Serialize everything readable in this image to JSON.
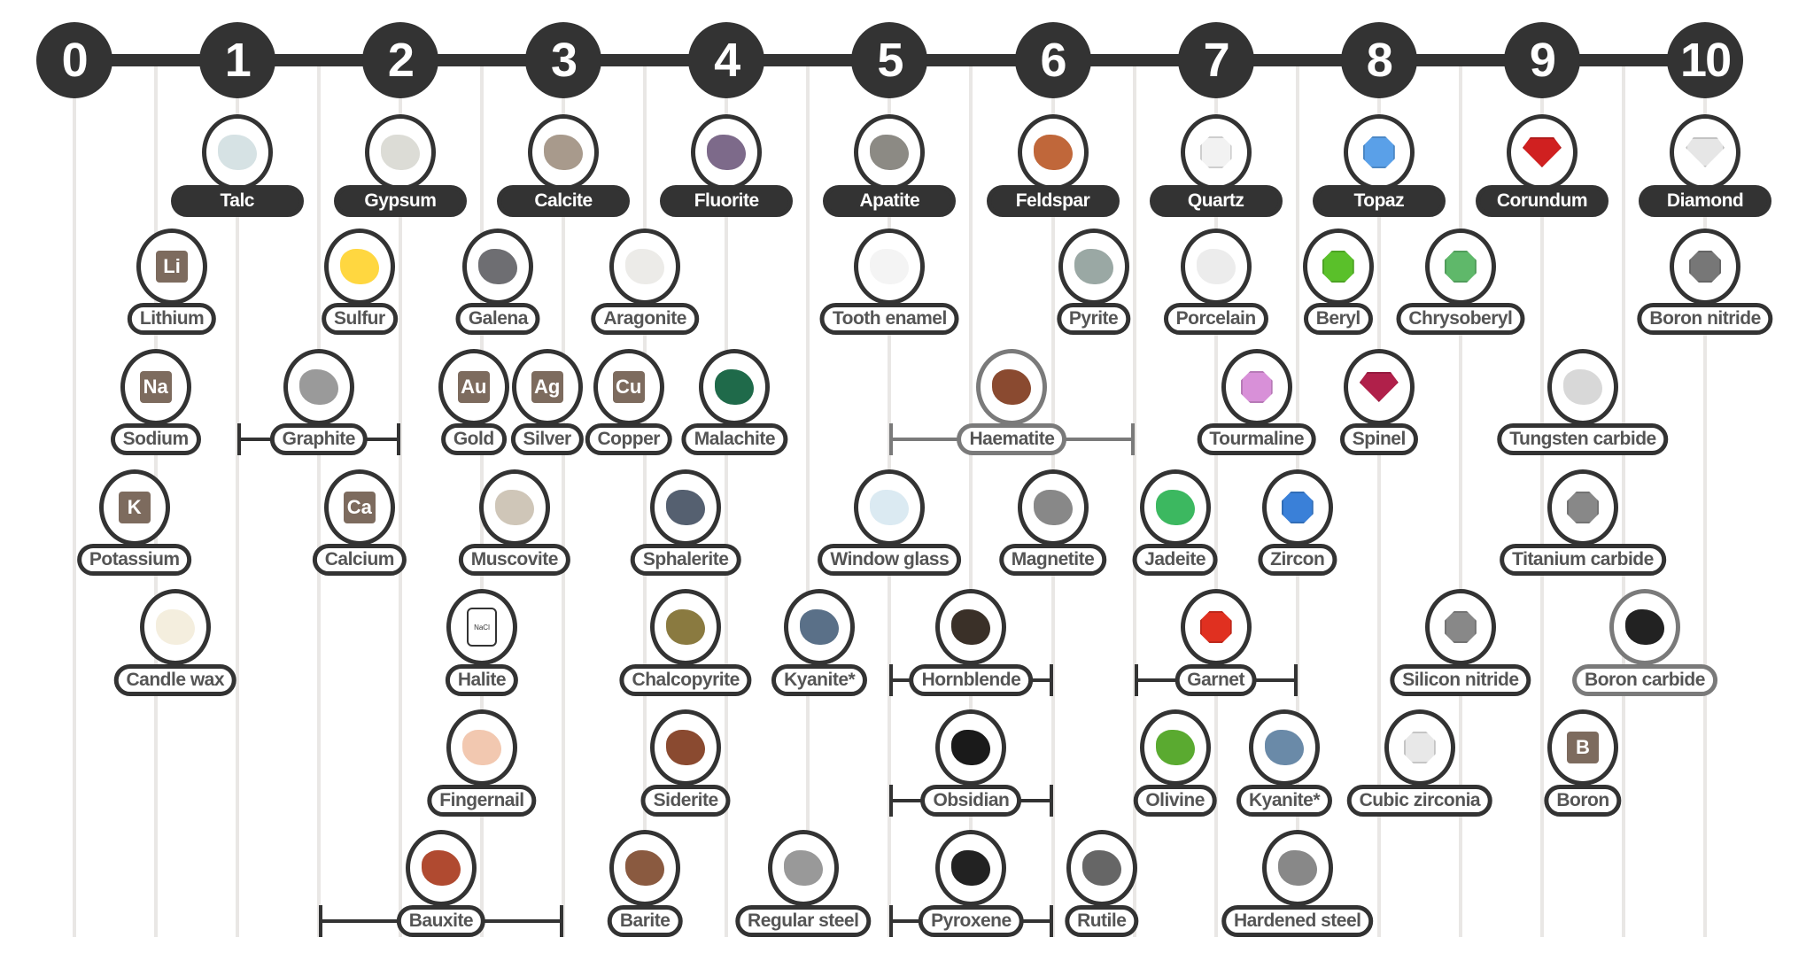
{
  "scale": [
    "0",
    "1",
    "2",
    "3",
    "4",
    "5",
    "6",
    "7",
    "8",
    "9",
    "10"
  ],
  "rows": [
    [
      {
        "name": "Talc",
        "hardness": 1,
        "main": true,
        "icon": {
          "type": "blob",
          "color": "#d6e2e4"
        }
      },
      {
        "name": "Gypsum",
        "hardness": 2,
        "main": true,
        "icon": {
          "type": "blob",
          "color": "#dcdcd6"
        }
      },
      {
        "name": "Calcite",
        "hardness": 3,
        "main": true,
        "icon": {
          "type": "blob",
          "color": "#a89a8c"
        }
      },
      {
        "name": "Fluorite",
        "hardness": 4,
        "main": true,
        "icon": {
          "type": "blob",
          "color": "#7d6a8a"
        }
      },
      {
        "name": "Apatite",
        "hardness": 5,
        "main": true,
        "icon": {
          "type": "blob",
          "color": "#8c8a84"
        }
      },
      {
        "name": "Feldspar",
        "hardness": 6,
        "main": true,
        "icon": {
          "type": "blob",
          "color": "#c0673a"
        }
      },
      {
        "name": "Quartz",
        "hardness": 7,
        "main": true,
        "icon": {
          "type": "gem",
          "color": "#f2f2f2"
        }
      },
      {
        "name": "Topaz",
        "hardness": 8,
        "main": true,
        "icon": {
          "type": "gem",
          "color": "#5aa0e8"
        }
      },
      {
        "name": "Corundum",
        "hardness": 9,
        "main": true,
        "icon": {
          "type": "diamond",
          "color": "#d02020"
        }
      },
      {
        "name": "Diamond",
        "hardness": 10,
        "main": true,
        "icon": {
          "type": "diamond",
          "color": "#e6e6e6"
        }
      }
    ],
    [
      {
        "name": "Lithium",
        "hardness": 0.6,
        "icon": {
          "type": "tile",
          "symbol": "Li"
        }
      },
      {
        "name": "Sulfur",
        "hardness": 1.75,
        "icon": {
          "type": "blob",
          "color": "#ffd740"
        }
      },
      {
        "name": "Galena",
        "hardness": 2.6,
        "icon": {
          "type": "blob",
          "color": "#6e6e72"
        }
      },
      {
        "name": "Aragonite",
        "hardness": 3.5,
        "icon": {
          "type": "blob",
          "color": "#ecebe8"
        }
      },
      {
        "name": "Tooth enamel",
        "hardness": 5,
        "icon": {
          "type": "blob",
          "color": "#f4f4f4"
        }
      },
      {
        "name": "Pyrite",
        "hardness": 6.25,
        "icon": {
          "type": "blob",
          "color": "#9aa8a4"
        }
      },
      {
        "name": "Porcelain",
        "hardness": 7,
        "icon": {
          "type": "blob",
          "color": "#ececec"
        }
      },
      {
        "name": "Beryl",
        "hardness": 7.75,
        "icon": {
          "type": "gem",
          "color": "#5ac02a"
        }
      },
      {
        "name": "Chrysoberyl",
        "hardness": 8.5,
        "icon": {
          "type": "gem",
          "color": "#5fb86a"
        }
      },
      {
        "name": "Boron nitride",
        "hardness": 10,
        "icon": {
          "type": "gem",
          "color": "#777777"
        }
      }
    ],
    [
      {
        "name": "Sodium",
        "hardness": 0.5,
        "icon": {
          "type": "tile",
          "symbol": "Na"
        }
      },
      {
        "name": "Graphite",
        "hardness": 1.5,
        "range": [
          1,
          2
        ],
        "icon": {
          "type": "blob",
          "color": "#9a9a9a"
        }
      },
      {
        "name": "Gold",
        "hardness": 2.45,
        "icon": {
          "type": "tile",
          "symbol": "Au"
        }
      },
      {
        "name": "Silver",
        "hardness": 2.9,
        "icon": {
          "type": "tile",
          "symbol": "Ag"
        }
      },
      {
        "name": "Copper",
        "hardness": 3.4,
        "icon": {
          "type": "tile",
          "symbol": "Cu"
        }
      },
      {
        "name": "Malachite",
        "hardness": 4.05,
        "icon": {
          "type": "blob",
          "color": "#1f6a4a"
        }
      },
      {
        "name": "Haematite",
        "hardness": 5.75,
        "range": [
          5,
          6.5
        ],
        "gray": true,
        "icon": {
          "type": "blob",
          "color": "#8a4a30"
        }
      },
      {
        "name": "Tourmaline",
        "hardness": 7.25,
        "icon": {
          "type": "gem",
          "color": "#d890d8"
        }
      },
      {
        "name": "Spinel",
        "hardness": 8,
        "icon": {
          "type": "diamond",
          "color": "#b0204a"
        }
      },
      {
        "name": "Tungsten carbide",
        "hardness": 9.25,
        "icon": {
          "type": "blob",
          "color": "#d8d8d8"
        }
      }
    ],
    [
      {
        "name": "Potassium",
        "hardness": 0.37,
        "icon": {
          "type": "tile",
          "symbol": "K"
        }
      },
      {
        "name": "Calcium",
        "hardness": 1.75,
        "icon": {
          "type": "tile",
          "symbol": "Ca"
        }
      },
      {
        "name": "Muscovite",
        "hardness": 2.7,
        "icon": {
          "type": "blob",
          "color": "#cfc6b8"
        }
      },
      {
        "name": "Sphalerite",
        "hardness": 3.75,
        "icon": {
          "type": "blob",
          "color": "#556070"
        }
      },
      {
        "name": "Window glass",
        "hardness": 5,
        "icon": {
          "type": "blob",
          "color": "#dbeaf2"
        }
      },
      {
        "name": "Magnetite",
        "hardness": 6,
        "icon": {
          "type": "blob",
          "color": "#888888"
        }
      },
      {
        "name": "Jadeite",
        "hardness": 6.75,
        "icon": {
          "type": "blob",
          "color": "#3cb860"
        }
      },
      {
        "name": "Zircon",
        "hardness": 7.5,
        "icon": {
          "type": "gem",
          "color": "#3a80d8"
        }
      },
      {
        "name": "Titanium carbide",
        "hardness": 9.25,
        "icon": {
          "type": "gem",
          "color": "#888888"
        }
      }
    ],
    [
      {
        "name": "Candle wax",
        "hardness": 0.62,
        "icon": {
          "type": "blob",
          "color": "#f4eede"
        }
      },
      {
        "name": "Halite",
        "hardness": 2.5,
        "icon": {
          "type": "jar",
          "symbol": "NaCl"
        }
      },
      {
        "name": "Chalcopyrite",
        "hardness": 3.75,
        "icon": {
          "type": "blob",
          "color": "#8a7a40"
        }
      },
      {
        "name": "Kyanite*",
        "hardness": 4.57,
        "icon": {
          "type": "blob",
          "color": "#5a7088"
        }
      },
      {
        "name": "Hornblende",
        "hardness": 5.5,
        "range": [
          5,
          6
        ],
        "icon": {
          "type": "blob",
          "color": "#3a3028"
        }
      },
      {
        "name": "Garnet",
        "hardness": 7,
        "range": [
          6.5,
          7.5
        ],
        "icon": {
          "type": "gem",
          "color": "#e03020"
        }
      },
      {
        "name": "Silicon nitride",
        "hardness": 8.5,
        "icon": {
          "type": "gem",
          "color": "#888888"
        }
      },
      {
        "name": "Boron carbide",
        "hardness": 9.63,
        "gray": true,
        "icon": {
          "type": "blob",
          "color": "#222222"
        }
      }
    ],
    [
      {
        "name": "Fingernail",
        "hardness": 2.5,
        "icon": {
          "type": "blob",
          "color": "#f2c8b0"
        }
      },
      {
        "name": "Siderite",
        "hardness": 3.75,
        "icon": {
          "type": "blob",
          "color": "#8a4a30"
        }
      },
      {
        "name": "Obsidian",
        "hardness": 5.5,
        "range": [
          5,
          6
        ],
        "icon": {
          "type": "blob",
          "color": "#1a1a1a"
        }
      },
      {
        "name": "Olivine",
        "hardness": 6.75,
        "icon": {
          "type": "blob",
          "color": "#5aaa30"
        }
      },
      {
        "name": "Kyanite*",
        "hardness": 7.42,
        "icon": {
          "type": "blob",
          "color": "#6a8aa8"
        }
      },
      {
        "name": "Cubic zirconia",
        "hardness": 8.25,
        "icon": {
          "type": "gem",
          "color": "#e8e8e8"
        }
      },
      {
        "name": "Boron",
        "hardness": 9.25,
        "icon": {
          "type": "tile",
          "symbol": "B"
        }
      }
    ],
    [
      {
        "name": "Bauxite",
        "hardness": 2.25,
        "range": [
          1.5,
          3
        ],
        "icon": {
          "type": "blob",
          "color": "#b04a30"
        }
      },
      {
        "name": "Barite",
        "hardness": 3.5,
        "icon": {
          "type": "blob",
          "color": "#8a5a40"
        }
      },
      {
        "name": "Regular steel",
        "hardness": 4.47,
        "icon": {
          "type": "blob",
          "color": "#999999"
        }
      },
      {
        "name": "Pyroxene",
        "hardness": 5.5,
        "range": [
          5,
          6
        ],
        "icon": {
          "type": "blob",
          "color": "#222222"
        }
      },
      {
        "name": "Rutile",
        "hardness": 6.3,
        "icon": {
          "type": "blob",
          "color": "#666666"
        }
      },
      {
        "name": "Hardened steel",
        "hardness": 7.5,
        "icon": {
          "type": "blob",
          "color": "#888888"
        }
      }
    ]
  ]
}
